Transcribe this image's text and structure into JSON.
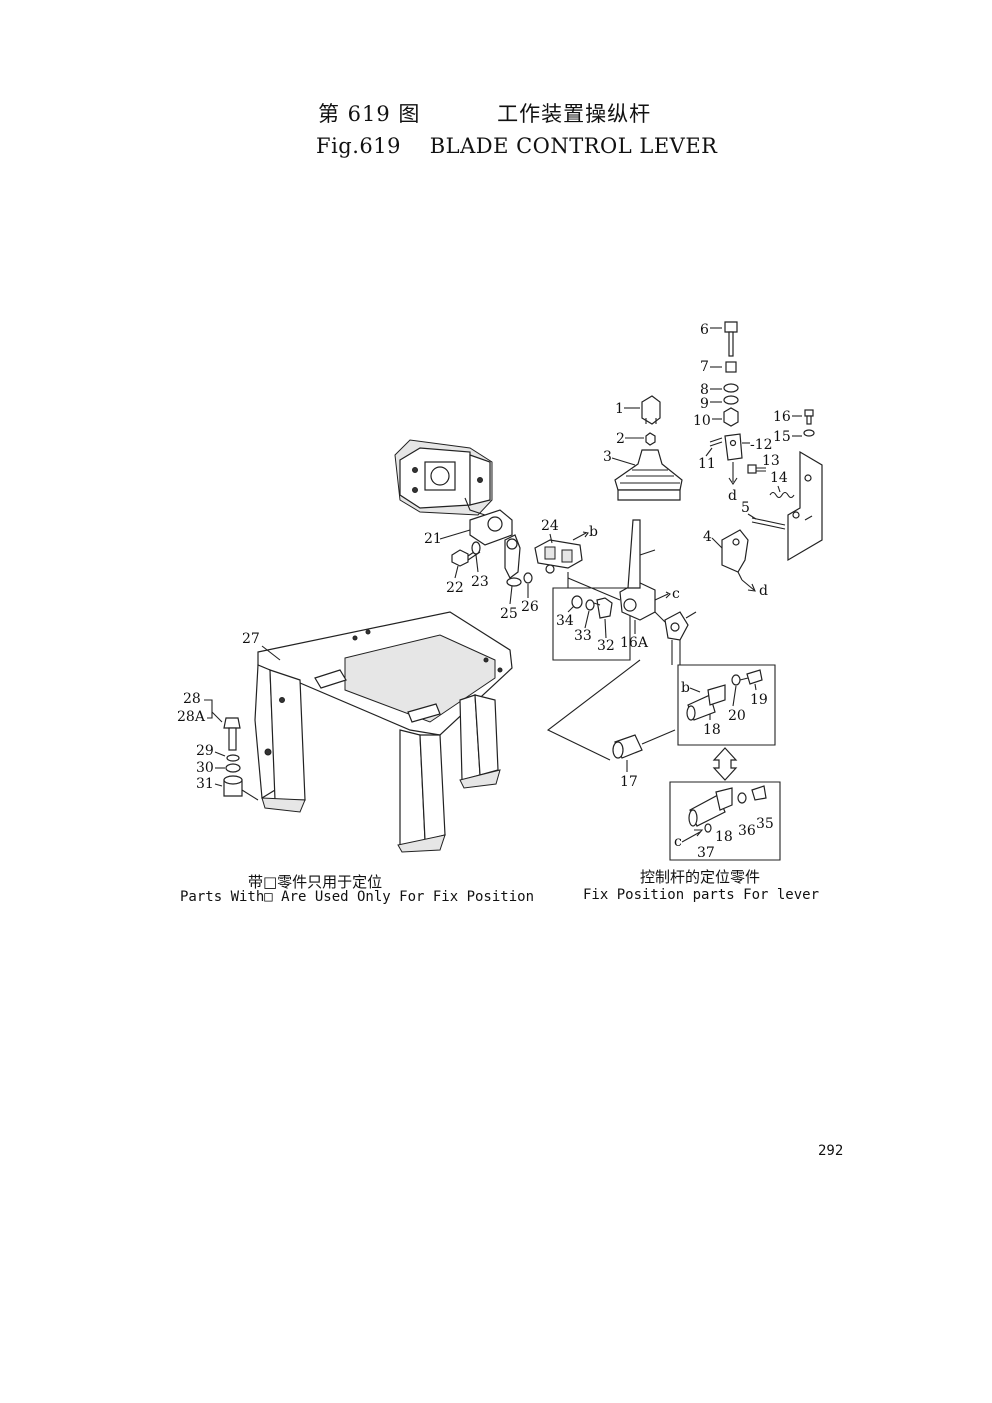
{
  "title": {
    "cn": "第 619 图          工作装置操纵杆",
    "en": "Fig.619    BLADE CONTROL LEVER"
  },
  "captions": {
    "left_cn": "带□零件只用于定位",
    "left_en": "Parts With□ Are Used Only For Fix Position",
    "right_cn": "控制杆的定位零件",
    "right_en": "Fix Position parts For lever"
  },
  "page_number": "292",
  "part_labels": [
    "1",
    "2",
    "3",
    "4",
    "5",
    "6",
    "7",
    "8",
    "9",
    "10",
    "11",
    "12",
    "13",
    "14",
    "15",
    "16",
    "16A",
    "17",
    "18",
    "19",
    "20",
    "21",
    "22",
    "23",
    "24",
    "25",
    "26",
    "27",
    "28",
    "28A",
    "29",
    "30",
    "31",
    "32",
    "33",
    "34",
    "35",
    "36",
    "37"
  ],
  "arrow_letters": [
    "b",
    "c",
    "d"
  ]
}
